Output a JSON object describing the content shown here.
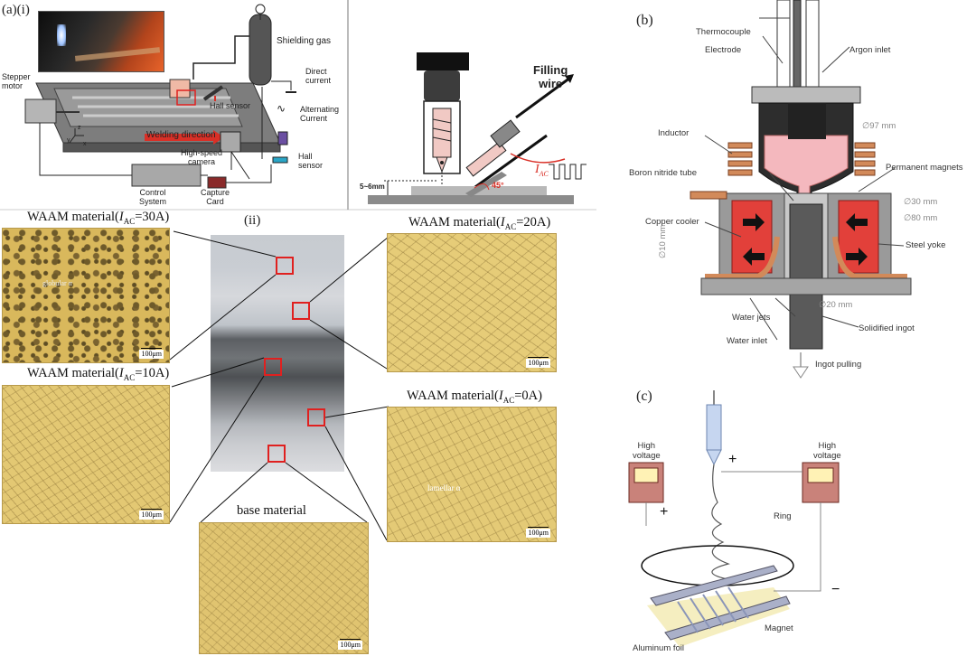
{
  "panel_a": {
    "label": "(a)",
    "sub_i": "(i)",
    "sub_ii": "(ii)",
    "setup_labels": {
      "stepper_motor": "Stepper\nmotor",
      "shielding_gas": "Shielding gas",
      "direct_current": "Direct\ncurrent",
      "hall_sensor_top": "Hall sensor",
      "alternating_current": "Alternating\nCurrent",
      "welding_direction": "Welding direction",
      "high_speed_camera": "High-speed\ncamera",
      "hall_sensor_bottom": "Hall\nsensor",
      "control_system": "Control\nSystem",
      "capture_card": "Capture\nCard",
      "filling_wire": "Filling\nwire",
      "gap": "5~6mm",
      "angle": "45°",
      "iac": "I",
      "iac_sub": "AC",
      "axis_z": "z",
      "axis_y": "y",
      "axis_x": "x"
    },
    "micrographs": [
      {
        "prefix": "WAAM material(",
        "i": "I",
        "sub": "AC",
        "suffix": "=30A)",
        "scale": "100μm",
        "note": "globular α"
      },
      {
        "prefix": "WAAM material(",
        "i": "I",
        "sub": "AC",
        "suffix": "=20A)",
        "scale": "100μm"
      },
      {
        "prefix": "WAAM material(",
        "i": "I",
        "sub": "AC",
        "suffix": "=10A)",
        "scale": "100μm"
      },
      {
        "prefix": "WAAM material(",
        "i": "I",
        "sub": "AC",
        "suffix": "=0A)",
        "scale": "100μm",
        "note": "lamellar α"
      },
      {
        "title": "base material",
        "scale": "100μm"
      }
    ]
  },
  "panel_b": {
    "label": "(b)",
    "labels": {
      "thermocouple": "Thermocouple",
      "electrode": "Electrode",
      "argon_inlet": "Argon inlet",
      "d97": "∅97 mm",
      "inductor": "Inductor",
      "boron_nitride_tube": "Boron nitride tube",
      "permanent_magnets": "Permanent magnets",
      "d30": "∅30 mm",
      "d80": "∅80 mm",
      "copper_cooler": "Copper cooler",
      "steel_yoke": "Steel yoke",
      "d10": "∅10 mm",
      "d20": "∅20 mm",
      "water_jets": "Water jets",
      "solidified_ingot": "Solidified ingot",
      "water_inlet": "Water inlet",
      "ingot_pulling": "Ingot pulling"
    }
  },
  "panel_c": {
    "label": "(c)",
    "labels": {
      "high_voltage_left": "High\nvoltage",
      "high_voltage_right": "High\nvoltage",
      "plus_top": "+",
      "plus_left": "+",
      "minus": "−",
      "ring": "Ring",
      "magnet": "Magnet",
      "aluminum_foil": "Aluminum foil"
    }
  },
  "colors": {
    "micro_gold": "#e2c676",
    "red_marker": "#e0201f",
    "melt_pink": "#f4b8be",
    "magnet_red": "#e2403a",
    "copper": "#d28a5a"
  }
}
